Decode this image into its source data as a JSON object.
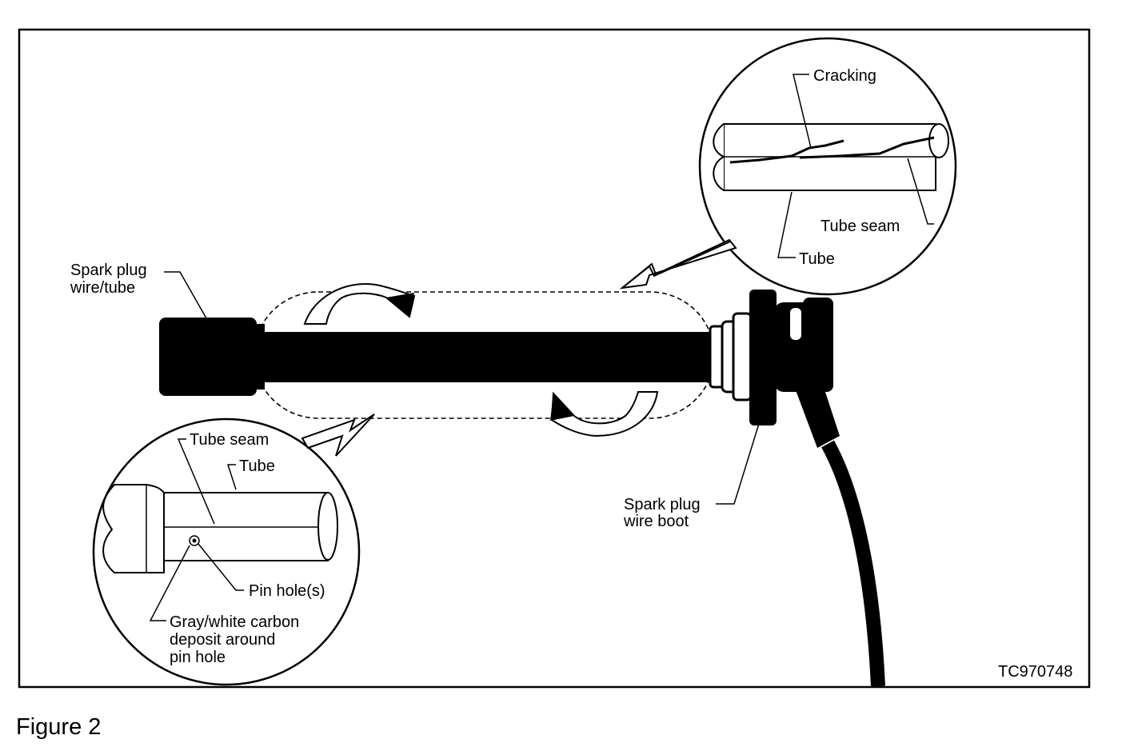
{
  "figure": {
    "caption": "Figure 2",
    "code": "TC970748"
  },
  "labels": {
    "spark_plug_wire_tube": [
      "Spark plug",
      "wire/tube"
    ],
    "spark_plug_wire_boot": [
      "Spark plug",
      "wire boot"
    ],
    "cracking": "Cracking",
    "tube_seam_top": "Tube seam",
    "tube_top": "Tube",
    "tube_seam_bottom": "Tube seam",
    "tube_bottom": "Tube",
    "pin_holes": "Pin hole(s)",
    "carbon_deposit": [
      "Gray/white carbon",
      "deposit around",
      "pin hole"
    ]
  }
}
